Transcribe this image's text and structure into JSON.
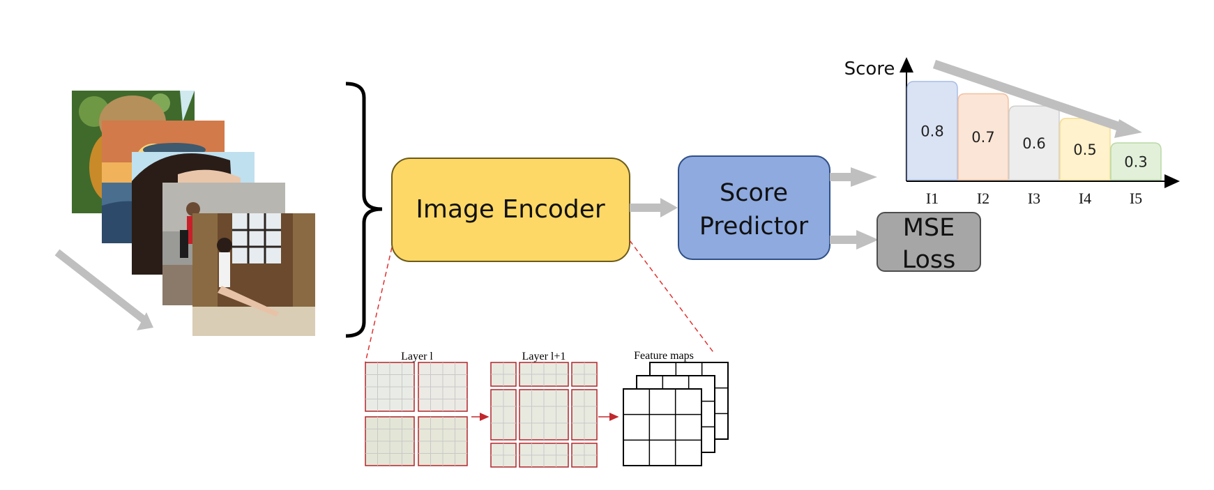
{
  "encoder": {
    "label": "Image Encoder",
    "fill": "#fdd866",
    "stroke": "#6b5a1a"
  },
  "predictor": {
    "label_line1": "Score",
    "label_line2": "Predictor",
    "fill": "#8eaadf",
    "stroke": "#2f4f86"
  },
  "loss": {
    "label_line1": "MSE",
    "label_line2": "Loss",
    "fill": "#a6a6a6",
    "stroke": "#4d4d4d"
  },
  "detail": {
    "layer_l": "Layer l",
    "layer_l1": "Layer l+1",
    "feature_maps": "Feature maps",
    "grid_color": "#b0252a"
  },
  "chart_data": {
    "type": "bar",
    "ylabel": "Score",
    "categories": [
      "I1",
      "I2",
      "I3",
      "I4",
      "I5"
    ],
    "values": [
      0.8,
      0.7,
      0.6,
      0.5,
      0.3
    ],
    "value_labels": [
      "0.8",
      "0.7",
      "0.6",
      "0.5",
      "0.3"
    ],
    "colors": [
      "#dae3f3",
      "#fbe5d6",
      "#ededed",
      "#fff2cc",
      "#e2f0d9"
    ],
    "borders": [
      "#a9bde6",
      "#f2c0a0",
      "#cfcfcf",
      "#f5dd94",
      "#b8d9a6"
    ],
    "ylim": [
      0,
      0.85
    ],
    "grid": false
  }
}
